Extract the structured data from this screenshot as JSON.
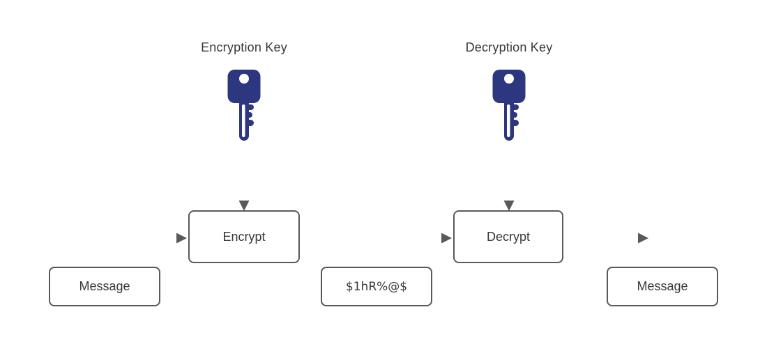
{
  "diagram": {
    "encryption_key_label": "Encryption Key",
    "decryption_key_label": "Decryption Key",
    "encrypt_label": "Encrypt",
    "decrypt_label": "Decrypt",
    "input_message_label": "Message",
    "ciphertext_label": "$1hR%@$",
    "output_message_label": "Message"
  },
  "icons": {
    "encryption_key": "key-icon",
    "decryption_key": "key-icon"
  },
  "colors": {
    "key_fill": "#2d3780",
    "line": "#595959",
    "box_border": "#595959",
    "text": "#383838",
    "background": "#ffffff"
  }
}
